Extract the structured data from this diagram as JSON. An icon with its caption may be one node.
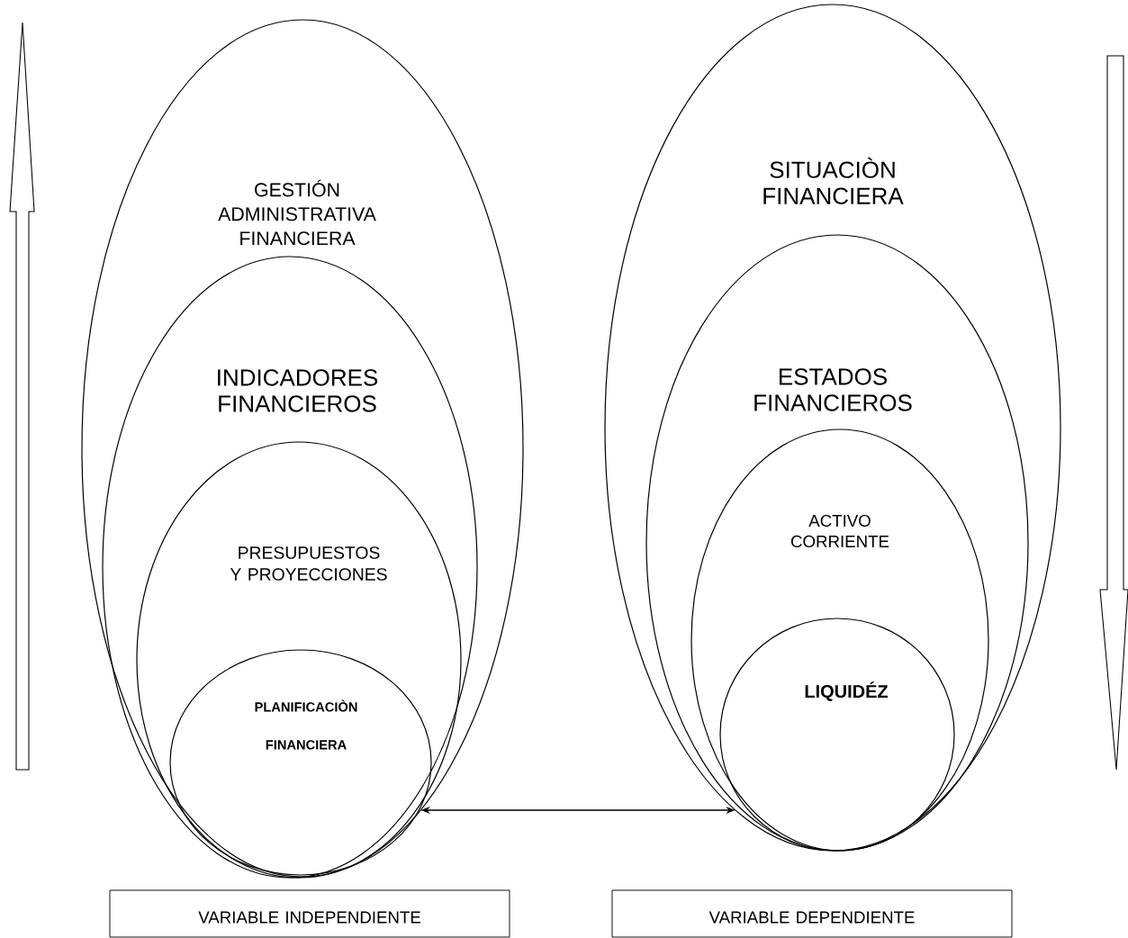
{
  "diagram": {
    "nodes": [
      {
        "text": [
          "GESTIÓN ADMINISTRATIVA FINANCIERA"
        ]
      },
      {
        "text": [
          "INDICADORES FINANCIEROS"
        ],
        "in": 0
      },
      {
        "text": [
          "PRESUPUESTOS Y PROYECCIONES"
        ],
        "in": 1
      },
      {
        "text": [
          "PLANIFICACIÒN FINANCIERA"
        ],
        "in": 2
      },
      {
        "text": [
          "SITUACIÒN FINANCIERA"
        ]
      },
      {
        "text": [
          "ESTADOS FINANCIEROS"
        ],
        "in": 4
      },
      {
        "text": [
          "ACTIVO CORRIENTE"
        ],
        "in": 5
      },
      {
        "text": [
          "LIQUIDÉZ"
        ],
        "in": 6
      },
      {
        "text": [
          "VARIABLE INDEPENDIENTE"
        ]
      },
      {
        "text": [
          "VARIABLE DEPENDIENTE"
        ]
      }
    ],
    "edges": [
      {
        "from": 0,
        "to": 4,
        "arrow": "both"
      }
    ]
  }
}
